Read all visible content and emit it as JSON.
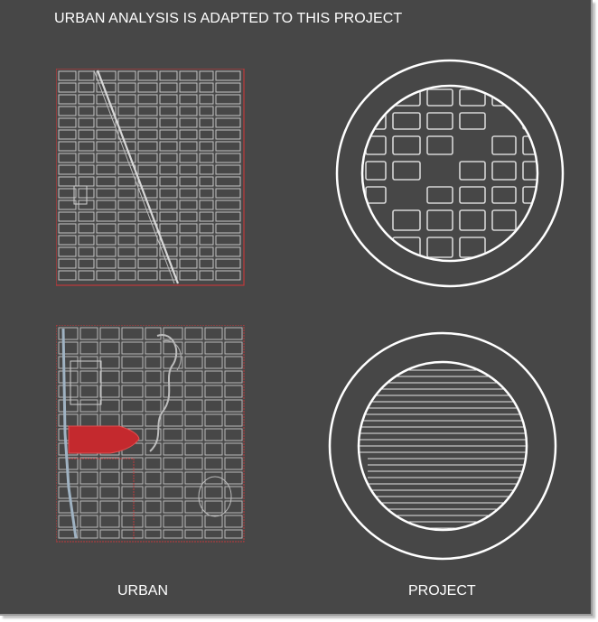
{
  "title": "URBAN ANALYSIS IS ADAPTED TO THIS PROJECT",
  "captions": {
    "urban": "URBAN",
    "project": "PROJECT"
  },
  "colors": {
    "background": "#474747",
    "street_lines": "#c4c4c4",
    "site_boundary": "#c0393b",
    "project_highlight": "#c4292e",
    "circle_rings": "#ffffff"
  }
}
